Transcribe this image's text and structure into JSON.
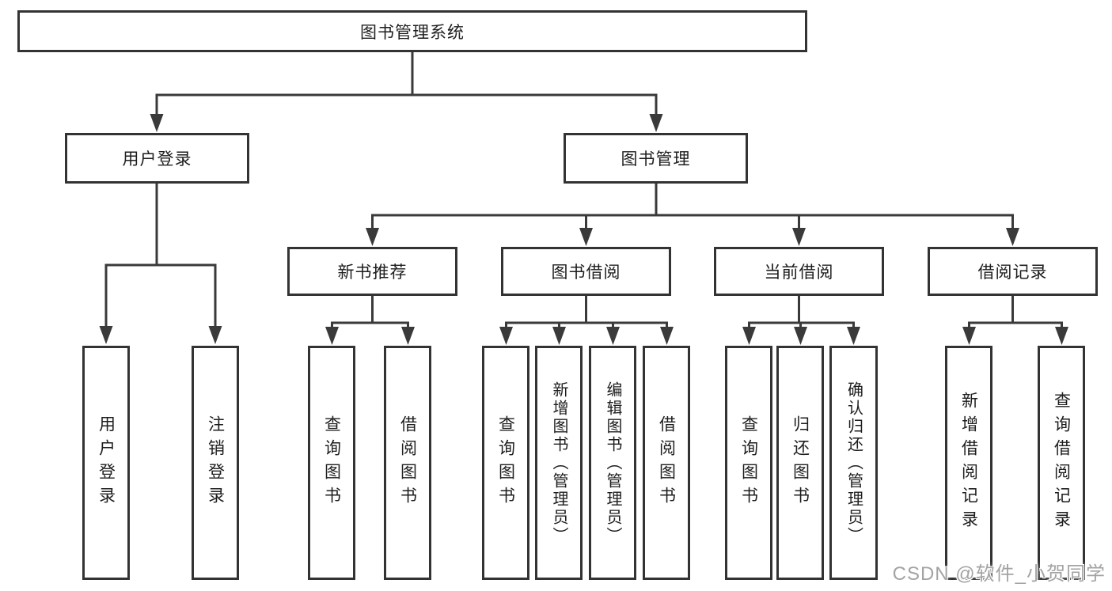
{
  "diagram": {
    "title": "图书管理系统",
    "type": "hierarchy-tree",
    "colors": {
      "line": "#3a3a3a",
      "box_border": "#333333",
      "box_fill": "#ffffff",
      "text": "#1d1d1d",
      "watermark_text": "#a3a3a3"
    },
    "nodes": {
      "root": {
        "label": "图书管理系统"
      },
      "login": {
        "label": "用户登录"
      },
      "mgmt": {
        "label": "图书管理"
      },
      "rec": {
        "label": "新书推荐"
      },
      "borrow": {
        "label": "图书借阅"
      },
      "current": {
        "label": "当前借阅"
      },
      "records": {
        "label": "借阅记录"
      },
      "leaf_login": {
        "label": "用户登录"
      },
      "leaf_logout": {
        "label": "注销登录"
      },
      "rec_query": {
        "label": "查询图书"
      },
      "rec_borrow": {
        "label": "借阅图书"
      },
      "bor_query": {
        "label": "查询图书"
      },
      "bor_add": {
        "label": "新增图书（管理员）"
      },
      "bor_edit": {
        "label": "编辑图书（管理员）"
      },
      "bor_borrow": {
        "label": "借阅图书"
      },
      "cur_query": {
        "label": "查询图书"
      },
      "cur_return": {
        "label": "归还图书"
      },
      "cur_confirm": {
        "label": "确认归还（管理员）"
      },
      "recd_add": {
        "label": "新增借阅记录"
      },
      "recd_query": {
        "label": "查询借阅记录"
      }
    },
    "edges": [
      [
        "root",
        "login"
      ],
      [
        "root",
        "mgmt"
      ],
      [
        "login",
        "leaf_login"
      ],
      [
        "login",
        "leaf_logout"
      ],
      [
        "mgmt",
        "rec"
      ],
      [
        "mgmt",
        "borrow"
      ],
      [
        "mgmt",
        "current"
      ],
      [
        "mgmt",
        "records"
      ],
      [
        "rec",
        "rec_query"
      ],
      [
        "rec",
        "rec_borrow"
      ],
      [
        "borrow",
        "bor_query"
      ],
      [
        "borrow",
        "bor_add"
      ],
      [
        "borrow",
        "bor_edit"
      ],
      [
        "borrow",
        "bor_borrow"
      ],
      [
        "current",
        "cur_query"
      ],
      [
        "current",
        "cur_return"
      ],
      [
        "current",
        "cur_confirm"
      ],
      [
        "records",
        "recd_add"
      ],
      [
        "records",
        "recd_query"
      ]
    ],
    "watermark": "CSDN @软件_小贺同学"
  }
}
